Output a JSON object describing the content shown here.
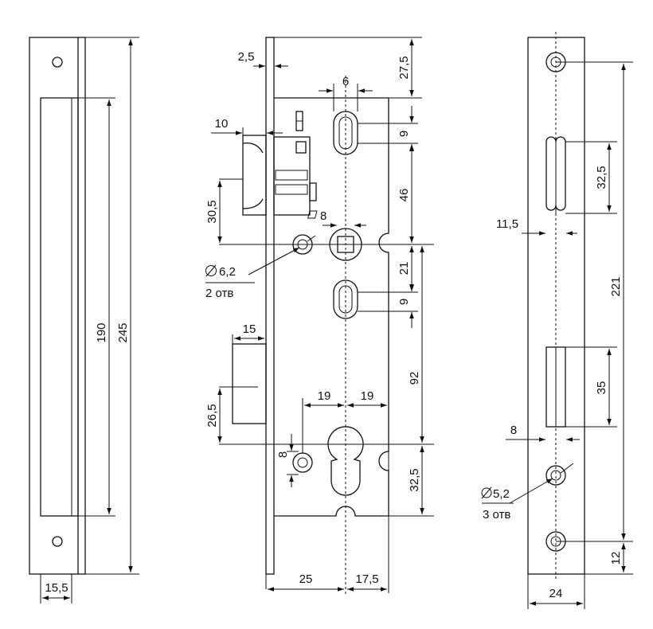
{
  "left_view": {
    "dim_width": "15,5",
    "dim_inner": "190",
    "dim_total": "245"
  },
  "middle_view": {
    "dim_faceplate": "2,5",
    "dim_top": "27,5",
    "dim_slot_width": "6",
    "dim_slot1_height": "9",
    "dim_latch": "10",
    "dim_gap_46": "46",
    "dim_latch_height": "30,5",
    "dim_square": "8",
    "hole_diameter": "6,2",
    "hole_count": "2 отв",
    "dim_21": "21",
    "dim_slot2_height": "9",
    "dim_bolt_width": "15",
    "dim_92": "92",
    "dim_bolt_height": "26,5",
    "dim_19_left": "19",
    "dim_19_right": "19",
    "dim_small_hole": "8",
    "dim_bottom": "32,5",
    "dim_backset": "25",
    "dim_17_5": "17,5"
  },
  "right_view": {
    "dim_32_5": "32,5",
    "dim_11_5": "11,5",
    "dim_221": "221",
    "dim_35": "35",
    "dim_8": "8",
    "hole_diameter": "5,2",
    "hole_count": "3 отв",
    "dim_12": "12",
    "dim_24": "24"
  }
}
